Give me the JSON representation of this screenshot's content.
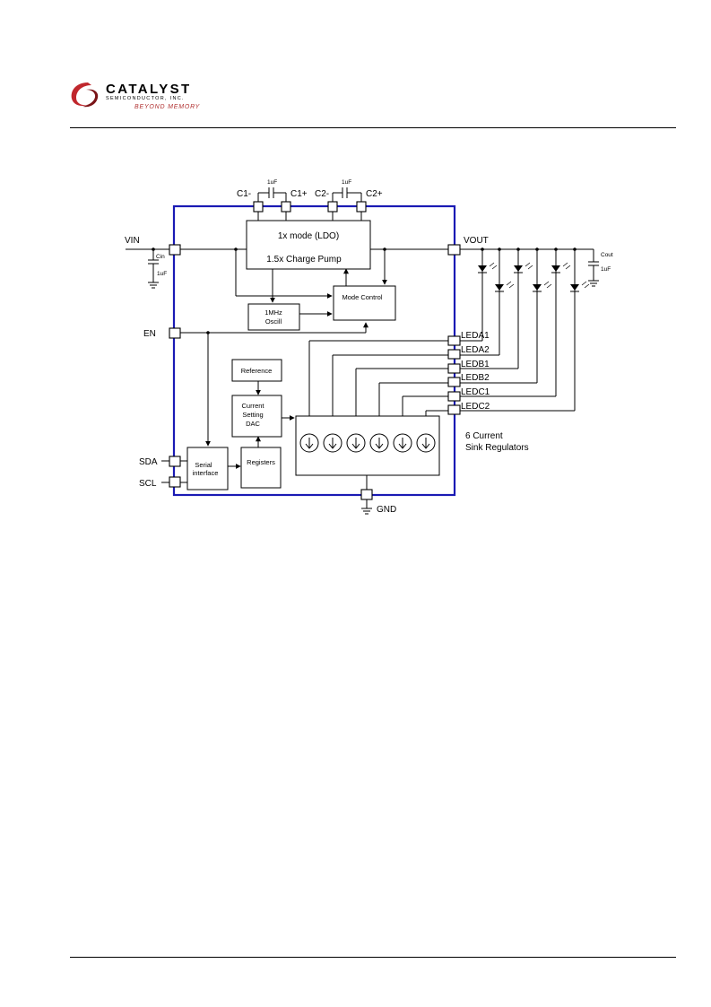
{
  "header": {
    "logo_word": "CATALYST",
    "logo_sub": "SEMICONDUCTOR, INC.",
    "logo_tagline": "BEYOND MEMORY",
    "brand_color": "#c0272d"
  },
  "diagram": {
    "pins": {
      "c1_minus": "C1-",
      "c1_plus": "C1+",
      "c2_minus": "C2-",
      "c2_plus": "C2+",
      "vin": "VIN",
      "vout": "VOUT",
      "en": "EN",
      "sda": "SDA",
      "scl": "SCL",
      "gnd": "GND",
      "leda1": "LEDA1",
      "leda2": "LEDA2",
      "ledb1": "LEDB1",
      "ledb2": "LEDB2",
      "ledc1": "LEDC1",
      "ledc2": "LEDC2"
    },
    "components": {
      "cap1_value": "1uF",
      "cap2_value": "1uF",
      "cin_label": "Cin",
      "cin_value": "1uF",
      "cout_label": "Cout",
      "cout_value": "1uF"
    },
    "blocks": {
      "ldo_mode": "1x mode (LDO)",
      "charge_pump": "1.5x Charge Pump",
      "osc_line1": "1MHz",
      "osc_line2": "Oscill",
      "mode_control": "Mode Control",
      "reference": "Reference",
      "dac_line1": "Current",
      "dac_line2": "Setting",
      "dac_line3": "DAC",
      "serial_line1": "Serial",
      "serial_line2": "interface",
      "registers": "Registers",
      "sink_line1": "6 Current",
      "sink_line2": "Sink Regulators"
    },
    "colors": {
      "chip_outline": "#1a1ab4",
      "wire": "#000000"
    }
  }
}
